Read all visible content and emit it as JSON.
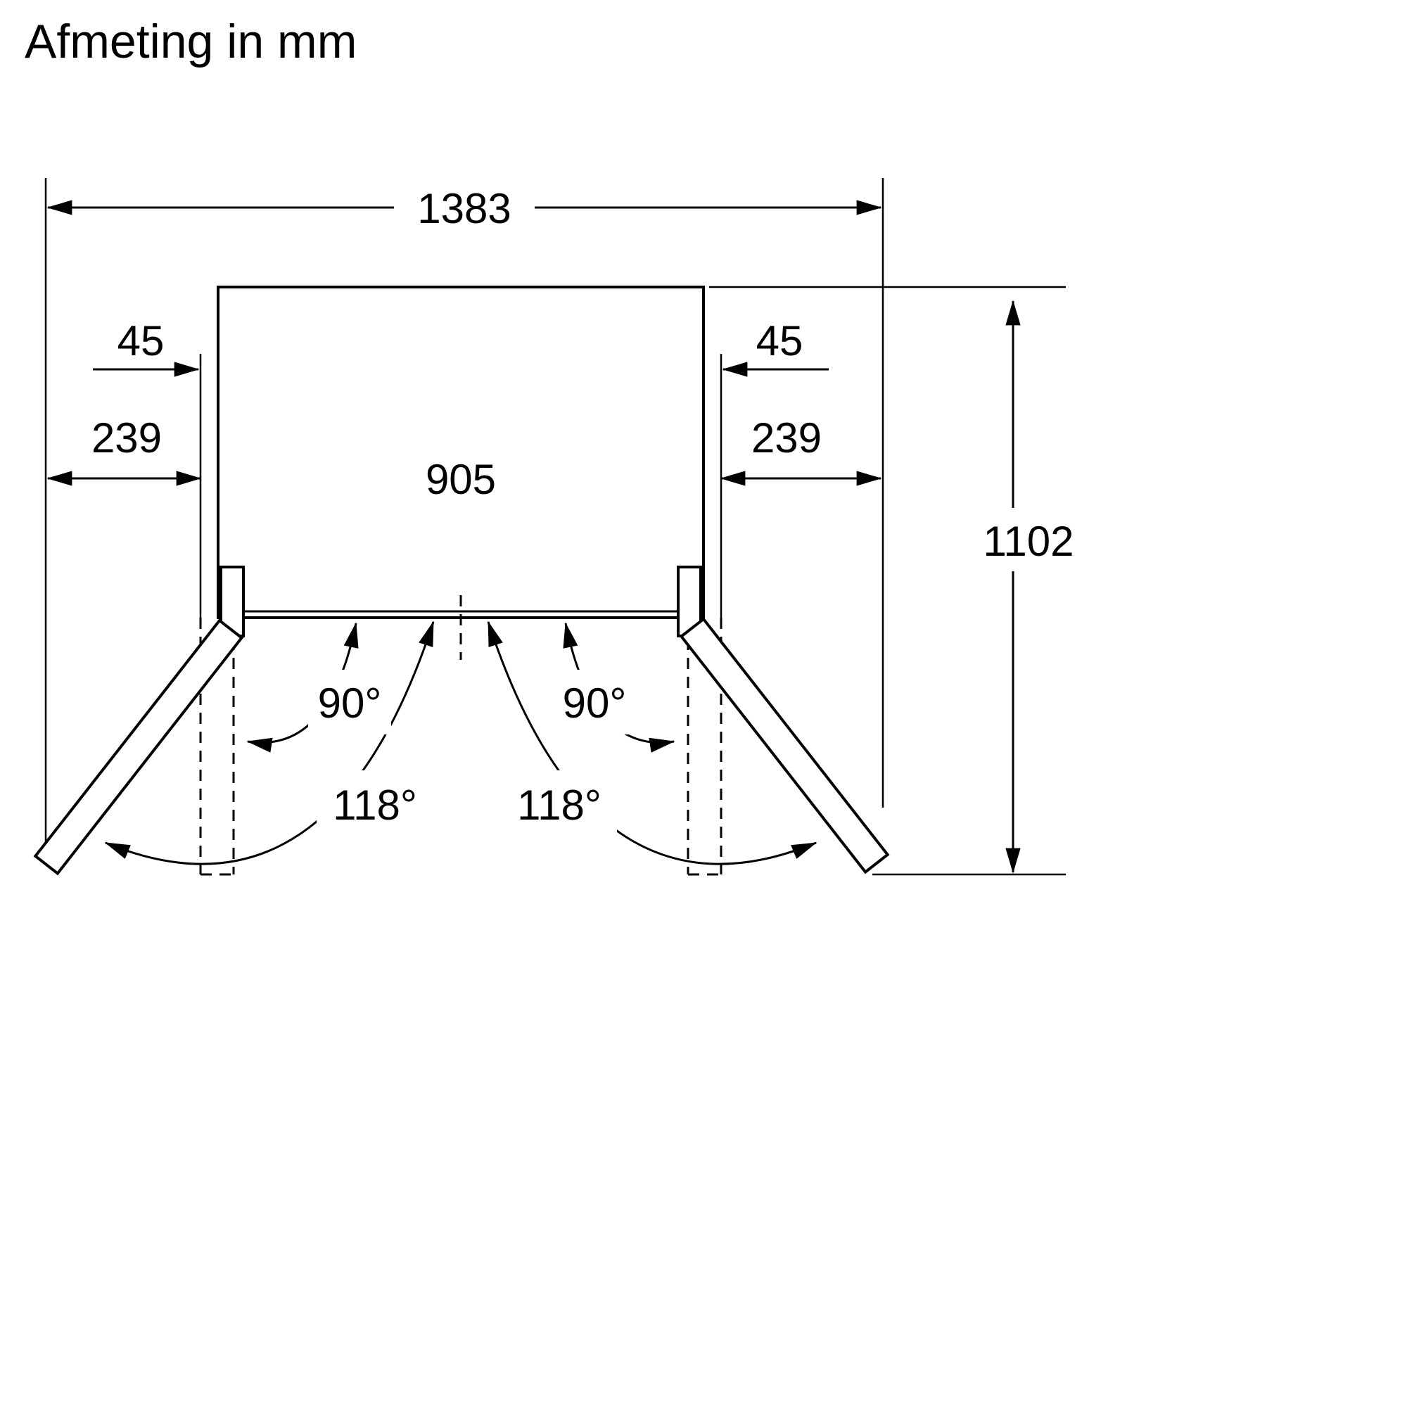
{
  "title": "Afmeting in mm",
  "labels": {
    "overall_width": "1383",
    "left_door_offset": "45",
    "right_door_offset": "45",
    "left_wall_clearance": "239",
    "right_wall_clearance": "239",
    "inner_width": "905",
    "total_depth": "1102",
    "left_angle_90": "90°",
    "right_angle_90": "90°",
    "left_angle_118": "118°",
    "right_angle_118": "118°"
  },
  "colors": {
    "line": "#000000",
    "background": "#ffffff"
  }
}
